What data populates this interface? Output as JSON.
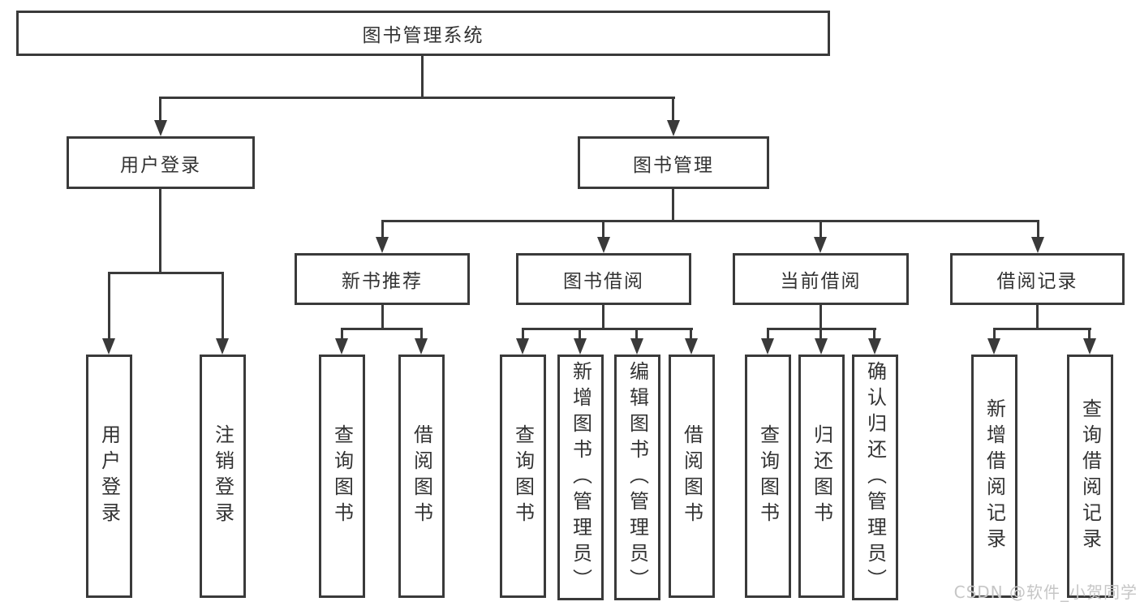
{
  "tree": {
    "root": {
      "label": "图书管理系统"
    },
    "branches": [
      {
        "label": "用户登录",
        "children": [
          {
            "label": "用户登录"
          },
          {
            "label": "注销登录"
          }
        ]
      },
      {
        "label": "图书管理",
        "children": [
          {
            "label": "新书推荐",
            "children": [
              {
                "label": "查询图书"
              },
              {
                "label": "借阅图书"
              }
            ]
          },
          {
            "label": "图书借阅",
            "children": [
              {
                "label": "查询图书"
              },
              {
                "label": "新增图书（管理员）"
              },
              {
                "label": "编辑图书（管理员）"
              },
              {
                "label": "借阅图书"
              }
            ]
          },
          {
            "label": "当前借阅",
            "children": [
              {
                "label": "查询图书"
              },
              {
                "label": "归还图书"
              },
              {
                "label": "确认归还（管理员）"
              }
            ]
          },
          {
            "label": "借阅记录",
            "children": [
              {
                "label": "新增借阅记录"
              },
              {
                "label": "查询借阅记录"
              }
            ]
          }
        ]
      }
    ]
  },
  "watermark": {
    "text": "CSDN @软件_小贺同学"
  },
  "colors": {
    "line": "#3a3a3a",
    "text": "#333333",
    "box_background": "#ffffff",
    "watermark": "#c6c6c6"
  }
}
